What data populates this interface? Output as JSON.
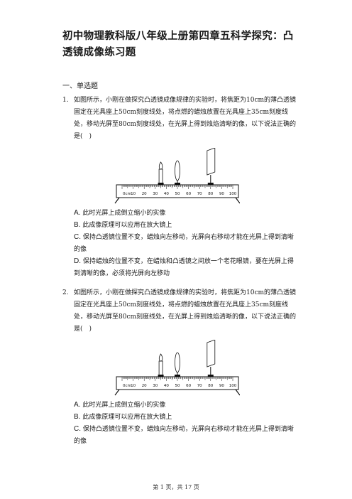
{
  "title": "初中物理教科版八年级上册第四章五科学探究：凸透镜成像练习题",
  "section": "一、单选题",
  "questions": [
    {
      "number": "1.",
      "stem": "如图所示，小刚在做探究凸透镜成像规律的实验时，将焦距为10cm的薄凸透镜固定在光具座上50cm刻度线处，将点燃的蜡烛放置在光具座上35cm刻度线处，移动光屏至80cm刻度线处，在光屏上得到烛焰清晰的像，以下说法正确的是(　)",
      "options": [
        {
          "letter": "A.",
          "text": "此时光屏上成倒立缩小的实像"
        },
        {
          "letter": "B.",
          "text": "此成像原理可以应用在放大镜上"
        },
        {
          "letter": "C.",
          "text": "保持凸透镜位置不变，蜡烛向左移动，光屏向右移动才能在光屏上得到清晰的像"
        },
        {
          "letter": "D.",
          "text": "保持蜡烛的位置不变，在蜡烛和凸透镜之间放一个老花眼镜，要在光屏上得到清晰的像，必须将光屏向左移动"
        }
      ]
    },
    {
      "number": "2.",
      "stem": "如图所示，小刚在做探究凸透镜成像规律的实验时，将焦距为10cm的薄凸透镜固定在光具座上50cm刻度线处，将点燃的蜡烛放置在光具座上35cm刻度线处，移动光屏至80cm刻度线处，在光屏上得到烛焰清晰的像，以下说法正确的是(　)",
      "options": [
        {
          "letter": "A.",
          "text": "此时光屏上成倒立缩小的实像"
        },
        {
          "letter": "B.",
          "text": "此成像原理可以应用在放大镜上"
        },
        {
          "letter": "C.",
          "text": "保持凸透镜位置不变，蜡烛向左移动，光屏向右移动才能在光屏上得到清晰的像"
        }
      ]
    }
  ],
  "figure": {
    "unit_label": "0cm",
    "tick_labels": [
      "10",
      "20",
      "30",
      "40",
      "50",
      "60",
      "70",
      "80",
      "90",
      "100"
    ]
  },
  "footer": "第 1 页，共 17 页"
}
